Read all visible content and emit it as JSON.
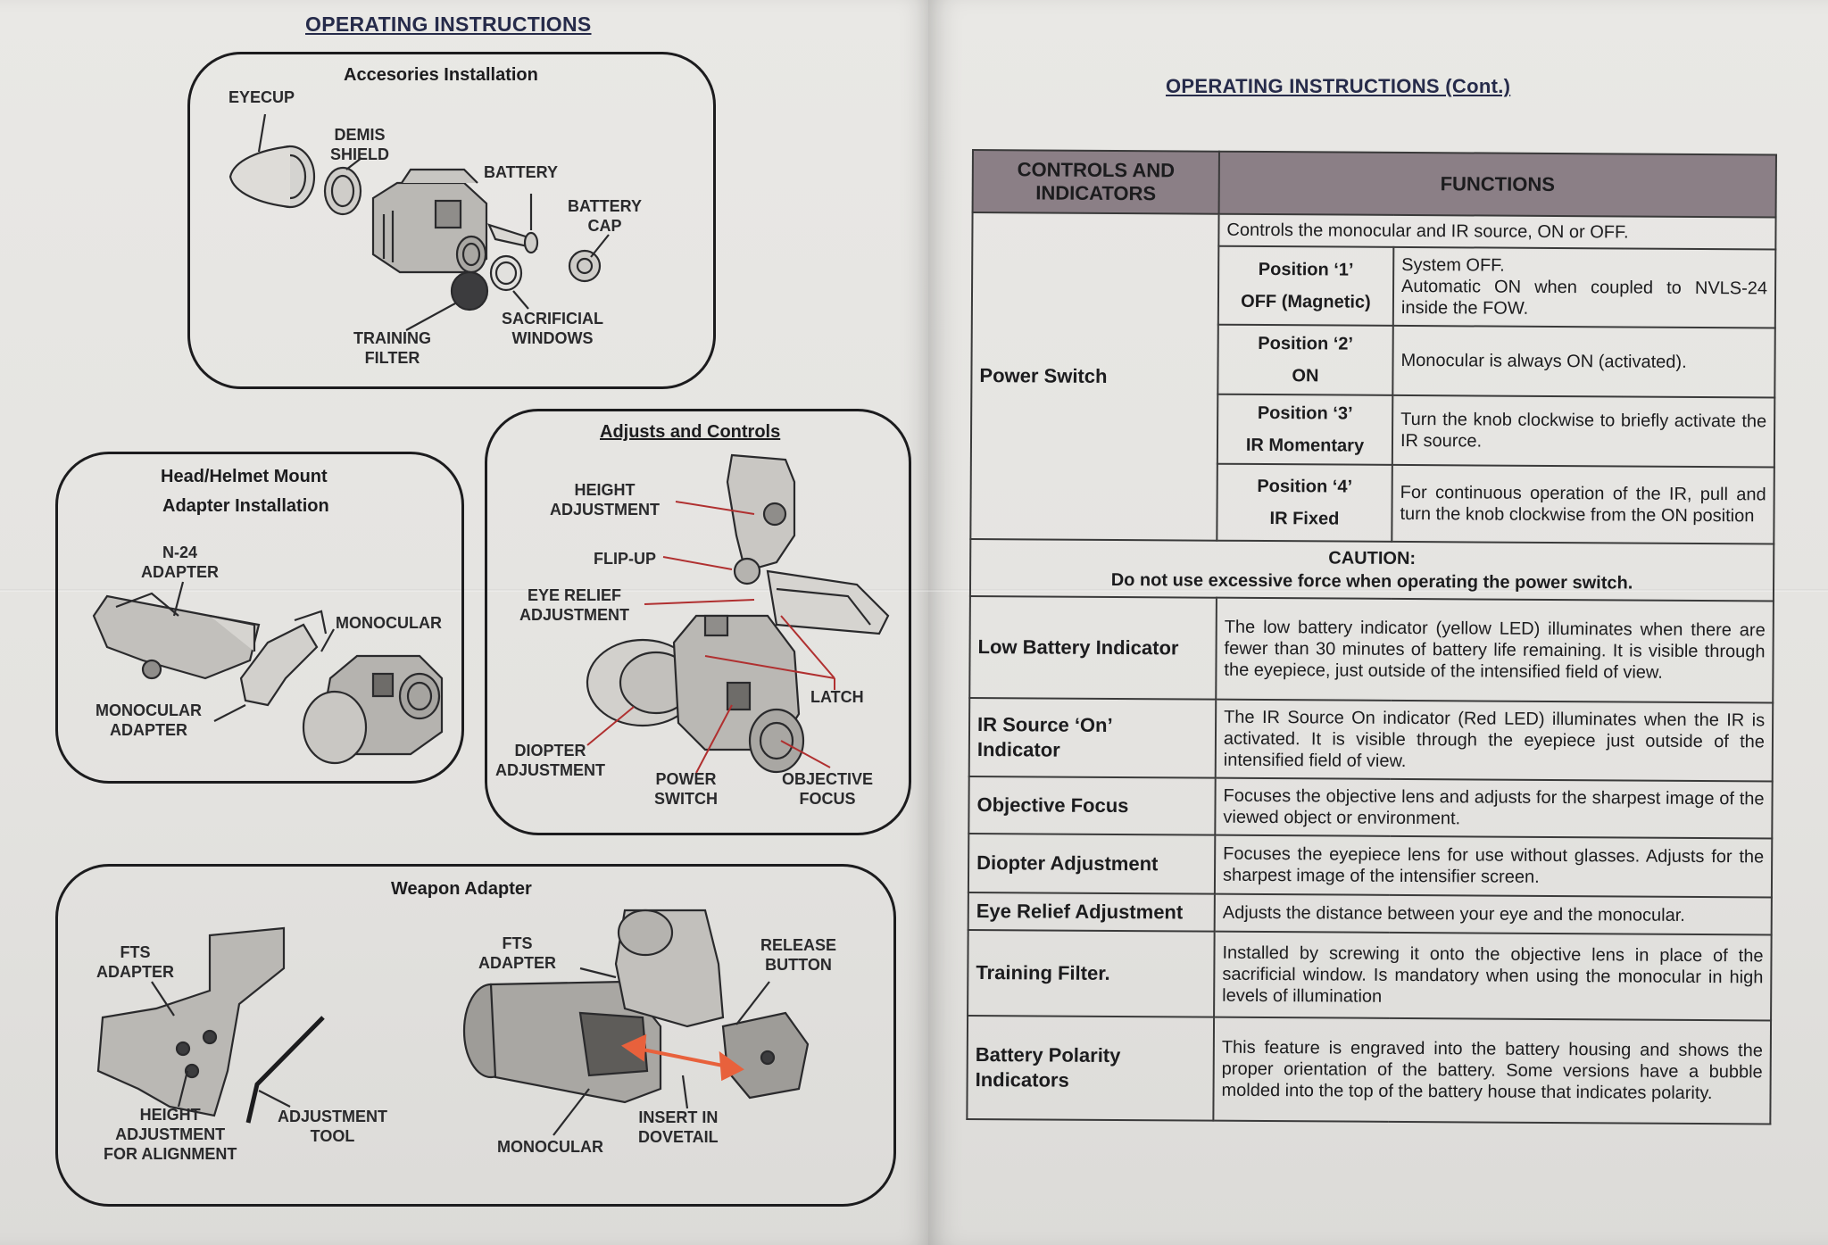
{
  "left_page": {
    "title": "OPERATING INSTRUCTIONS",
    "accessories": {
      "title": "Accesories Installation",
      "labels": {
        "eyecup": "EYECUP",
        "demis_shield": "DEMIS\nSHIELD",
        "battery": "BATTERY",
        "battery_cap": "BATTERY\nCAP",
        "training_filter": "TRAINING\nFILTER",
        "sacrificial_windows": "SACRIFICIAL\nWINDOWS"
      }
    },
    "mount": {
      "title_line1": "Head/Helmet Mount",
      "title_line2": "Adapter Installation",
      "labels": {
        "n24_adapter": "N-24\nADAPTER",
        "monocular": "MONOCULAR",
        "monocular_adapter": "MONOCULAR\nADAPTER"
      }
    },
    "adjusts": {
      "title": "Adjusts and Controls",
      "labels": {
        "height_adjustment": "HEIGHT\nADJUSTMENT",
        "flip_up": "FLIP-UP",
        "eye_relief": "EYE RELIEF\nADJUSTMENT",
        "latch": "LATCH",
        "diopter": "DIOPTER\nADJUSTMENT",
        "power_switch": "POWER\nSWITCH",
        "objective_focus": "OBJECTIVE\nFOCUS"
      }
    },
    "weapon": {
      "title": "Weapon Adapter",
      "labels": {
        "fts_adapter_1": "FTS\nADAPTER",
        "height_alignment": "HEIGHT\nADJUSTMENT\nFOR ALIGNMENT",
        "adjustment_tool": "ADJUSTMENT\nTOOL",
        "fts_adapter_2": "FTS\nADAPTER",
        "release_button": "RELEASE\nBUTTON",
        "monocular": "MONOCULAR",
        "insert_dovetail": "INSERT IN\nDOVETAIL"
      }
    }
  },
  "right_page": {
    "title": "OPERATING INSTRUCTIONS (Cont.)",
    "table": {
      "header_controls": "CONTROLS AND\nINDICATORS",
      "header_functions": "FUNCTIONS",
      "power_switch": {
        "label": "Power Switch",
        "summary": "Controls the monocular and IR source, ON or OFF.",
        "positions": [
          {
            "name": "Position ‘1’\nOFF (Magnetic)",
            "text": "System OFF.\nAutomatic ON when coupled to NVLS-24 inside the FOW."
          },
          {
            "name": "Position ‘2’\nON",
            "text": "Monocular is always ON (activated)."
          },
          {
            "name": "Position ‘3’\nIR Momentary",
            "text": "Turn the knob clockwise to briefly activate the IR source."
          },
          {
            "name": "Position ‘4’\nIR Fixed",
            "text": "For continuous operation of the IR, pull and turn the knob clockwise from the ON position"
          }
        ]
      },
      "caution_title": "CAUTION:",
      "caution_text": "Do not use excessive force when operating the power switch.",
      "rows": [
        {
          "control": "Low Battery Indicator",
          "function": "The low battery indicator (yellow LED) illuminates when there are fewer than 30 minutes of battery life remaining. It is visible through the eyepiece, just outside of the intensified field of view."
        },
        {
          "control": "IR Source ‘On’\nIndicator",
          "function": "The IR Source On indicator (Red LED) illuminates when the IR is activated. It is visible through the eyepiece just outside of the intensified field of view."
        },
        {
          "control": "Objective Focus",
          "function": "Focuses the objective lens and adjusts for the sharpest image of the viewed object or environment."
        },
        {
          "control": "Diopter Adjustment",
          "function": "Focuses the eyepiece lens for use without glasses. Adjusts for the sharpest image of the intensifier screen."
        },
        {
          "control": "Eye Relief Adjustment",
          "function": "Adjusts the distance between your eye and the monocular."
        },
        {
          "control": "Training Filter.",
          "function": "Installed by screwing it onto the objective lens in place of the sacrificial window. Is mandatory when using the monocular in high levels of illumination"
        },
        {
          "control": "Battery Polarity\nIndicators",
          "function": "This feature is engraved into the battery housing and shows the proper orientation of the battery. Some versions have a bubble molded into the top of the battery house that indicates polarity."
        }
      ]
    }
  },
  "colors": {
    "paper": "#e6e5e2",
    "ink": "#1c1c1e",
    "heading_blue": "#262b4a",
    "table_header": "#8b7f86",
    "callout_red": "#b03030",
    "arrow_orange": "#e8613c"
  }
}
